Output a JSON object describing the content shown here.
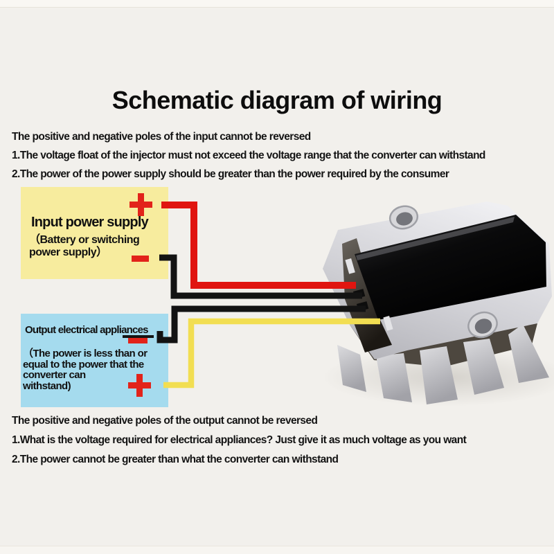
{
  "title": "Schematic diagram of wiring",
  "top_notes": {
    "lines": [
      "The positive and negative poles of the input cannot be reversed",
      "1.The voltage float of the injector must not exceed the voltage range that the converter can withstand",
      "2.The power of the power supply should be greater than the power required by the consumer"
    ]
  },
  "input_box": {
    "bg_color": "#f7ec9e",
    "title": "Input power supply",
    "subtitle_lines": [
      "（Battery or switching",
      "power supply）"
    ]
  },
  "output_box": {
    "bg_color": "#a5dbee",
    "title": "Output electrical appliances",
    "subtitle_lines": [
      "（The power is less than or",
      "equal to the power that the",
      "converter can",
      "withstand)"
    ]
  },
  "bottom_notes": {
    "lines": [
      "The positive and negative poles of the output cannot be reversed",
      "1.What is the voltage required for electrical appliances? Just give it as much voltage as you want",
      "2.The power cannot be greater than what the converter can withstand"
    ]
  },
  "symbols": {
    "plus": "+",
    "minus": "−",
    "color": "#e2231a"
  },
  "wires": {
    "input_positive": {
      "color": "#e01510"
    },
    "input_negative": {
      "color": "#131313"
    },
    "output_negative": {
      "color": "#131313"
    },
    "output_positive": {
      "color": "#f2de52"
    }
  },
  "device": {
    "plate_color": "#c9c9ce",
    "top_color": "#070707"
  }
}
